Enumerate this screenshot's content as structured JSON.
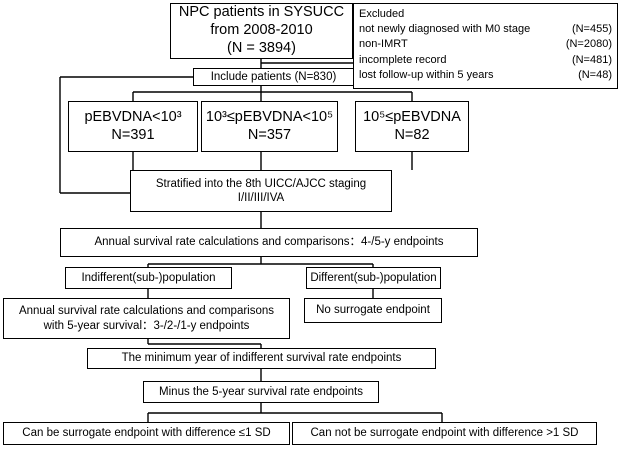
{
  "flowchart": {
    "top": {
      "line1": "NPC patients in SYSUCC",
      "line2": "from 2008-2010",
      "line3": "(N = 3894)"
    },
    "excluded": {
      "title": "Excluded",
      "items": [
        {
          "label": "not newly diagnosed with M0 stage",
          "n": "(N=455)"
        },
        {
          "label": "non-IMRT",
          "n": "(N=2080)"
        },
        {
          "label": "incomplete record",
          "n": "(N=481)"
        },
        {
          "label": "lost follow-up within 5 years",
          "n": "(N=48)"
        }
      ]
    },
    "include": "Include patients (N=830)",
    "groups": [
      {
        "line1": "pEBVDNA<10³",
        "line2": "N=391"
      },
      {
        "line1": "10³≤pEBVDNA<10⁵",
        "line2": "N=357"
      },
      {
        "line1": "10⁵≤pEBVDNA",
        "line2": "N=82"
      }
    ],
    "stratified": {
      "line1": "Stratified into the 8th UICC/AJCC staging",
      "line2": "I/II/III/IVA"
    },
    "annual": "Annual survival rate calculations and comparisons：4-/5-y endpoints",
    "indifferent": "Indifferent(sub-)population",
    "different": "Different(sub-)population",
    "annual2": {
      "line1": "Annual survival rate calculations and comparisons",
      "line2": "with 5-year survival：3-/2-/1-y endpoints"
    },
    "no_surrogate": "No surrogate endpoint",
    "minimum": "The minimum year of indifferent survival rate endpoints",
    "minus": "Minus the 5-year survival rate endpoints",
    "can": "Can be surrogate endpoint with difference ≤1 SD",
    "cannot": "Can not be surrogate endpoint with difference >1 SD"
  }
}
